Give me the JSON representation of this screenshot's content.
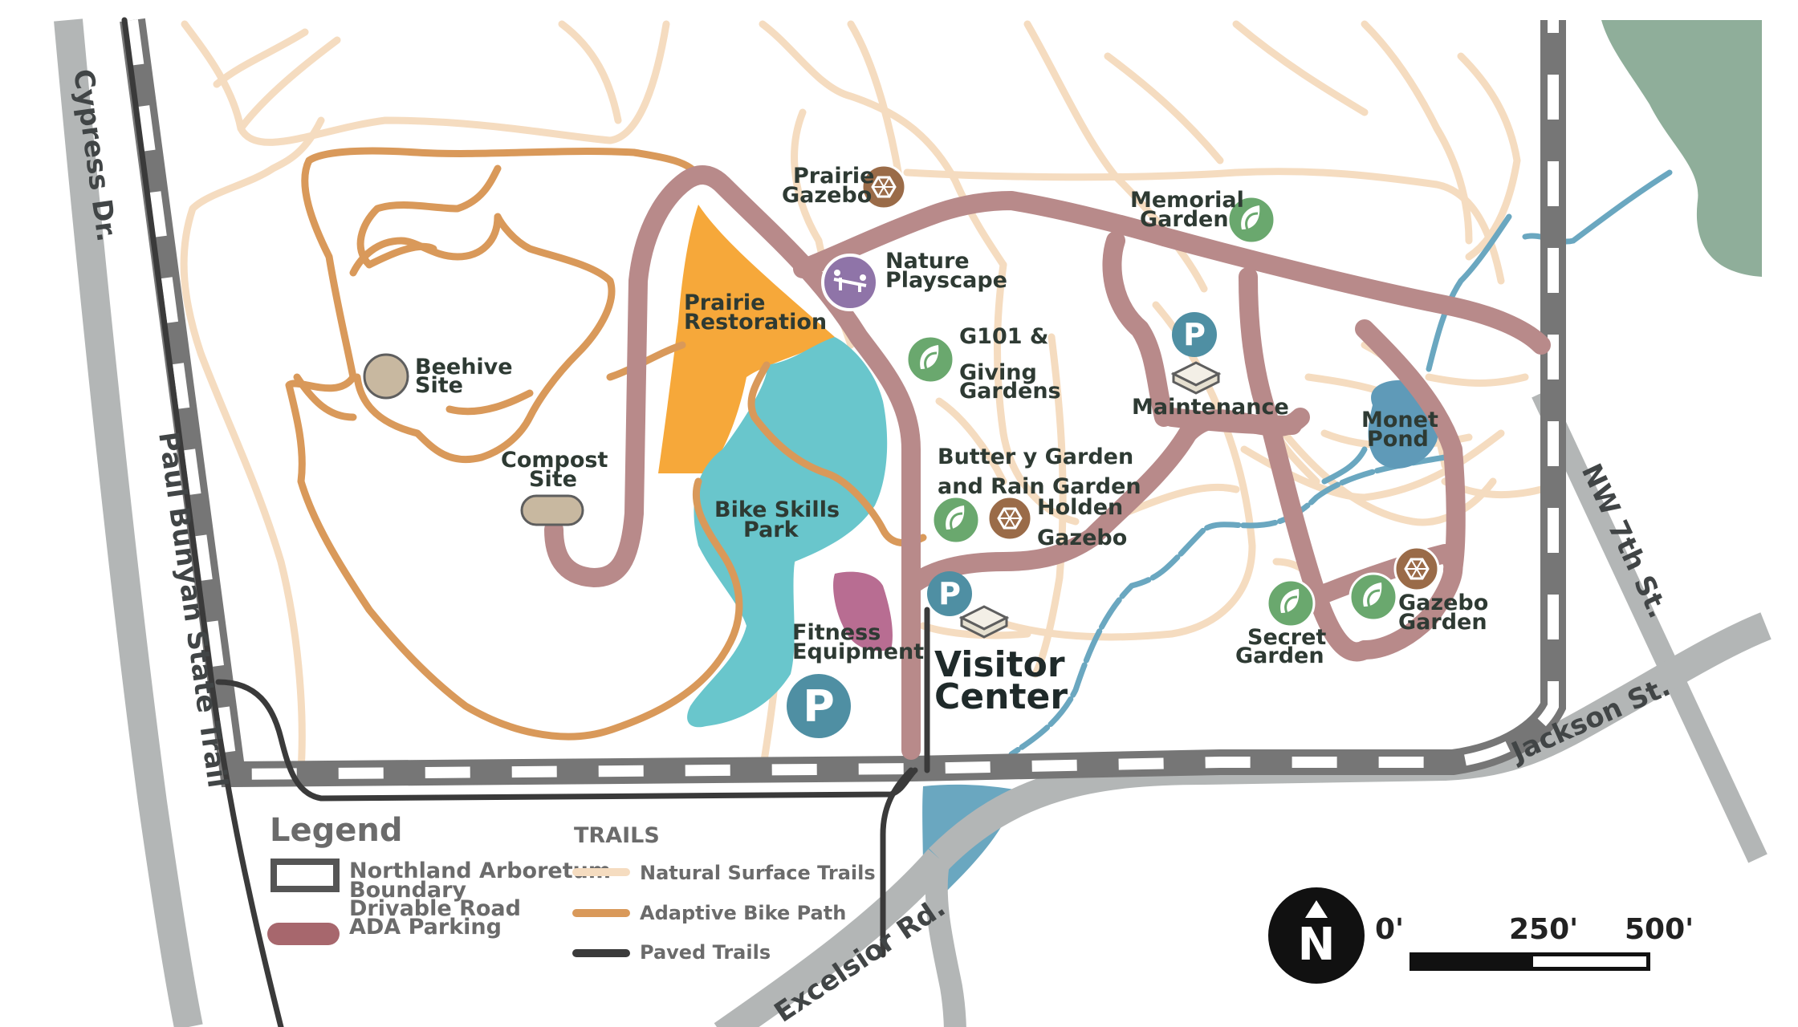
{
  "roads": {
    "cypress": "Cypress Dr.",
    "paul_bunyan": "Paul Bunyan State Trail",
    "nw7th": "NW 7th St.",
    "jackson": "Jackson St.",
    "excelsior": "Excelsior Rd."
  },
  "places": {
    "prairie_gazebo_l1": "Prairie",
    "prairie_gazebo_l2": "Gazebo",
    "memorial_l1": "Memorial",
    "memorial_l2": "Garden",
    "nature_l1": "Nature",
    "nature_l2": "Playscape",
    "prairie_rest_l1": "Prairie",
    "prairie_rest_l2": "Restoration",
    "g101_l1": "G101 &",
    "g101_l2": "Giving",
    "g101_l3": "Gardens",
    "beehive_l1": "Beehive",
    "beehive_l2": "Site",
    "maintenance": "Maintenance",
    "monet_l1": "Monet",
    "monet_l2": "Pond",
    "compost_l1": "Compost",
    "compost_l2": "Site",
    "butterfly_l1": "Butter y Garden",
    "butterfly_l2": "and Rain Garden",
    "holden_l1": "Holden",
    "holden_l2": "Gazebo",
    "bike_l1": "Bike Skills",
    "bike_l2": "Park",
    "fitness_l1": "Fitness",
    "fitness_l2": "Equipment",
    "visitor_l1": "Visitor",
    "visitor_l2": "Center",
    "secret_l1": "Secret",
    "secret_l2": "Garden",
    "gazebo_garden_l1": "Gazebo",
    "gazebo_garden_l2": "Garden",
    "parking": "P"
  },
  "legend": {
    "title": "Legend",
    "boundary_l1": "Northland Arboretum",
    "boundary_l2": "Boundary",
    "drivable": "Drivable Road",
    "ada": "ADA Parking",
    "trails_title": "TRAILS",
    "natural": "Natural Surface Trails",
    "adaptive": "Adaptive Bike Path",
    "paved": "Paved Trails"
  },
  "north": "N",
  "scale": {
    "s0": "0'",
    "s1": "250'",
    "s2": "500'"
  },
  "colors": {
    "natural_trail": "#f5dcc0",
    "adaptive_path": "#d9995a",
    "drivable_road": "#b88a8a",
    "ada_parking": "#a7676d",
    "paved_trail": "#3a3a3a",
    "water": "#6aa7c0",
    "bike_park": "#69c6cc",
    "prairie": "#f6a83a",
    "garden_icon": "#6aa86e",
    "gazebo_icon": "#9a6b48",
    "playscape_icon": "#8f74a8",
    "parking_icon": "#4f8fa3",
    "road_grey": "#b3b6b6",
    "forest": "#8fae9a"
  }
}
